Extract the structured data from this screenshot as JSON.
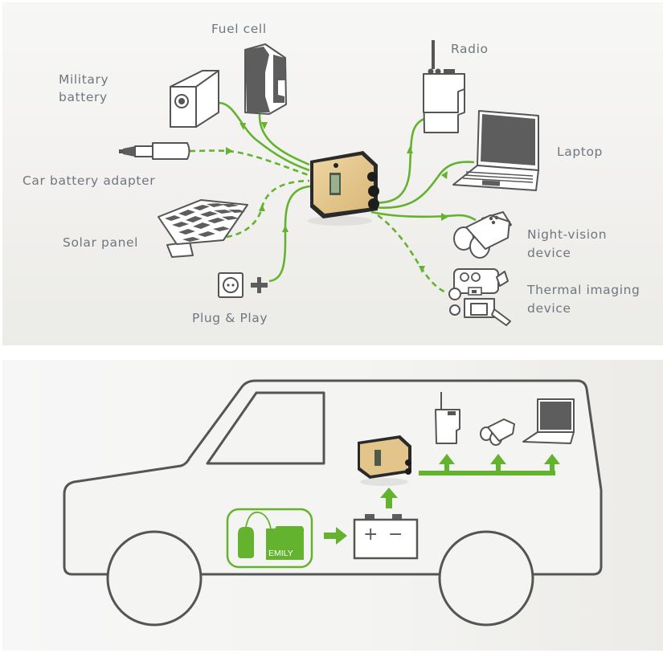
{
  "colors": {
    "accent_green": "#64b32e",
    "outline_gray": "#555555",
    "label_gray": "#6f7780",
    "device_tan": "#e3c48a"
  },
  "top_diagram": {
    "title": "Power sources and consumers",
    "hub_icon": "power-manager-device",
    "sources": [
      {
        "id": "military-battery",
        "label_lines": [
          "Military",
          "battery"
        ],
        "icon": "battery-box-icon",
        "connection": "solid"
      },
      {
        "id": "fuel-cell",
        "label_lines": [
          "Fuel cell"
        ],
        "icon": "fuel-cell-icon",
        "connection": "solid"
      },
      {
        "id": "car-battery-adapter",
        "label_lines": [
          "Car battery adapter"
        ],
        "icon": "car-adapter-plug-icon",
        "connection": "dashed"
      },
      {
        "id": "solar-panel",
        "label_lines": [
          "Solar panel"
        ],
        "icon": "solar-panel-icon",
        "connection": "dashed"
      },
      {
        "id": "plug-and-play",
        "label_lines": [
          "Plug & Play"
        ],
        "icon": "wall-socket-icon",
        "connection": "solid"
      }
    ],
    "consumers": [
      {
        "id": "radio",
        "label_lines": [
          "Radio"
        ],
        "icon": "radio-icon",
        "connection": "solid"
      },
      {
        "id": "laptop",
        "label_lines": [
          "Laptop"
        ],
        "icon": "laptop-icon",
        "connection": "solid"
      },
      {
        "id": "night-vision",
        "label_lines": [
          "Night-vision",
          "device"
        ],
        "icon": "binoculars-icon",
        "connection": "solid"
      },
      {
        "id": "thermal-imaging",
        "label_lines": [
          "Thermal imaging",
          "device"
        ],
        "icon": "thermal-camera-icon",
        "connection": "dashed"
      }
    ]
  },
  "bottom_diagram": {
    "title": "Vehicle integration",
    "fuel_cell_label": "EMILY",
    "battery_plus": "+",
    "battery_minus": "−",
    "flow": [
      "EMILY fuel cell",
      "vehicle battery",
      "power manager",
      "radio / night-vision / laptop"
    ]
  }
}
